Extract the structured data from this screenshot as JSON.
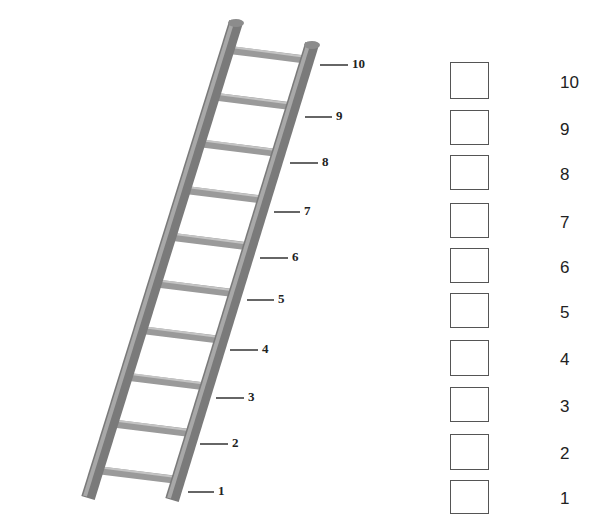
{
  "diagram": {
    "nodes": [
      {
        "text": [
          "10"
        ]
      },
      {
        "text": [
          "9"
        ]
      },
      {
        "text": [
          "8"
        ]
      },
      {
        "text": [
          "7"
        ]
      },
      {
        "text": [
          "6"
        ]
      },
      {
        "text": [
          "5"
        ]
      },
      {
        "text": [
          "4"
        ]
      },
      {
        "text": [
          "3"
        ]
      },
      {
        "text": [
          "2"
        ]
      },
      {
        "text": [
          "1"
        ]
      }
    ],
    "labels": [
      "10",
      "9",
      "8",
      "7",
      "6",
      "5",
      "4",
      "3",
      "2",
      "1"
    ]
  }
}
